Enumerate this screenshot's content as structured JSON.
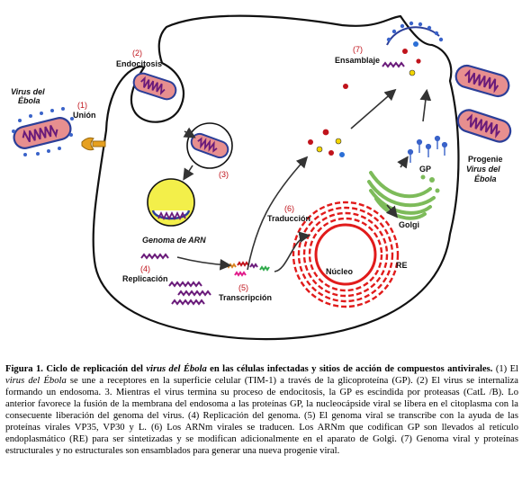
{
  "diagram": {
    "labels": {
      "virus_title_1": "Virus del",
      "virus_title_2": "Ébola",
      "step1_num": "(1)",
      "step1_label": "Unión",
      "step2_num": "(2)",
      "step2_label": "Endocitosis",
      "step3_num": "(3)",
      "genome_label": "Genoma de ARN",
      "step4_num": "(4)",
      "step4_label": "Replicación",
      "step5_num": "(5)",
      "step5_label": "Transcripción",
      "step6_num": "(6)",
      "step6_label": "Traducción",
      "nucleus_label": "Núcleo",
      "re_label": "RE",
      "golgi_label": "Golgi",
      "gp_label": "GP",
      "step7_num": "(7)",
      "step7_label": "Ensamblaje",
      "progeny_1": "Progenie",
      "progeny_2": "Virus del",
      "progeny_3": "Ébola"
    },
    "colors": {
      "virion_fill": "#e78f8f",
      "virion_outline": "#2b3e98",
      "virion_spike": "#3a63c9",
      "rna": "#6a1b7a",
      "endosome_fill": "#f3ef4a",
      "receptor": "#e6a020",
      "nucleus_fill": "#ffffff",
      "er_color": "#e11b1b",
      "golgi_color": "#7dbb5a",
      "arrow": "#333333",
      "step_number": "#c0131b"
    }
  },
  "caption": {
    "title_bold": "Figura 1. Ciclo de replicación del",
    "title_italic": "virus del Ébola",
    "title_bold_2": "en las células infectadas y sitios de acción de compuestos antivirales.",
    "text_1": "(1) El",
    "text_1_italic": "virus del Ébola",
    "text_2": "se une a receptores en la superficie celular (TIM-1) a través de la glicoproteína (GP). (2) El virus se internaliza formando un endosoma. 3. Mientras el virus termina su proceso de endocitosis, la GP es escindida por proteasas (CatL /B). Lo anterior favorece la fusión de la membrana del endosoma a las proteínas GP, la nucleocápside viral se libera en el citoplasma con la consecuente liberación del genoma del virus. (4) Replicación del genoma. (5) El genoma viral se transcribe con la ayuda de las proteínas virales VP35, VP30 y L. (6) Los ARNm virales se traducen. Los ARNm que codifican GP son llevados al retículo endoplasmático (RE) para ser sintetizadas y se modifican adicionalmente en el aparato de Golgi. (7) Genoma viral y proteínas estructurales y no estructurales son ensamblados para generar una nueva progenie viral."
  }
}
